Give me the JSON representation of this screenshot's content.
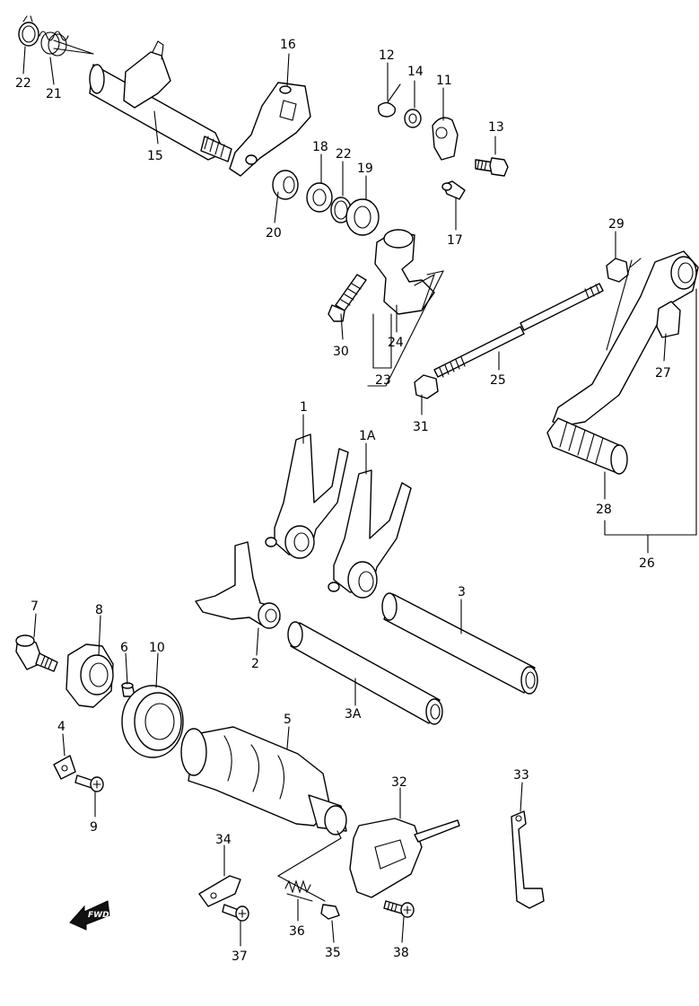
{
  "diagram": {
    "labels": [
      "22",
      "21",
      "15",
      "16",
      "12",
      "14",
      "11",
      "13",
      "18",
      "22",
      "19",
      "20",
      "17",
      "29",
      "30",
      "24",
      "23",
      "25",
      "31",
      "27",
      "1",
      "1A",
      "28",
      "26",
      "3",
      "7",
      "8",
      "6",
      "10",
      "2",
      "3A",
      "4",
      "5",
      "9",
      "32",
      "33",
      "34",
      "36",
      "35",
      "37",
      "38"
    ],
    "fwd_badge": "FWD"
  }
}
